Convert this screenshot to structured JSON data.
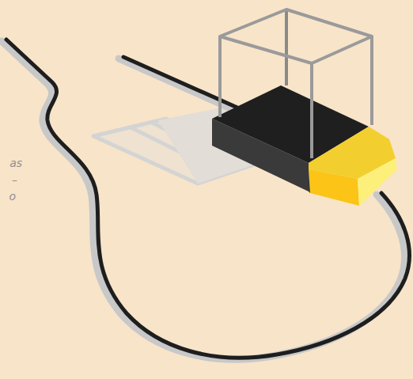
{
  "diagram": {
    "labels": [
      "as",
      "–",
      "o"
    ]
  }
}
